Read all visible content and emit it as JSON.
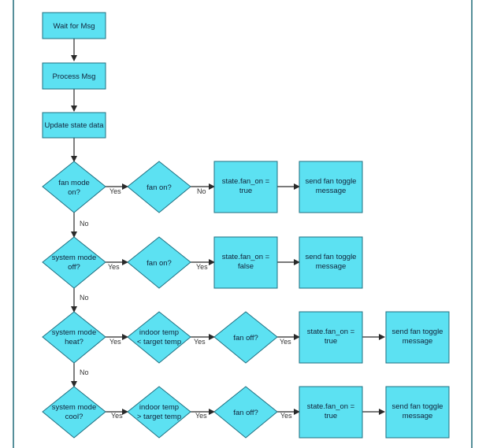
{
  "diagram": {
    "colors": {
      "node_fill": "#5ce1f2",
      "node_stroke": "#1f6f80",
      "edge": "#2a2a2a",
      "frame": "#1e6a78"
    },
    "nodes": {
      "wait": {
        "lines": [
          "Wait for Msg"
        ]
      },
      "process": {
        "lines": [
          "Process Msg"
        ]
      },
      "update": {
        "lines": [
          "Update state data"
        ]
      },
      "fan_mode_on": {
        "lines": [
          "fan mode",
          "on?"
        ]
      },
      "fan_on_q1": {
        "lines": [
          "fan on?"
        ]
      },
      "state_true_1": {
        "lines": [
          "state.fan_on =",
          "true"
        ]
      },
      "send_toggle_1": {
        "lines": [
          "send fan toggle",
          "message"
        ]
      },
      "sys_off": {
        "lines": [
          "system mode",
          "off?"
        ]
      },
      "fan_on_q2": {
        "lines": [
          "fan on?"
        ]
      },
      "state_false": {
        "lines": [
          "state.fan_on =",
          "false"
        ]
      },
      "send_toggle_2": {
        "lines": [
          "send fan toggle",
          "message"
        ]
      },
      "sys_heat": {
        "lines": [
          "system mode",
          "heat?"
        ]
      },
      "indoor_lt": {
        "lines": [
          "indoor temp",
          "< target temp"
        ]
      },
      "fan_off_q1": {
        "lines": [
          "fan off?"
        ]
      },
      "state_true_2": {
        "lines": [
          "state.fan_on =",
          "true"
        ]
      },
      "send_toggle_3": {
        "lines": [
          "send fan toggle",
          "message"
        ]
      },
      "sys_cool": {
        "lines": [
          "system mode",
          "cool?"
        ]
      },
      "indoor_gt": {
        "lines": [
          "indoor temp",
          "> target temp"
        ]
      },
      "fan_off_q2": {
        "lines": [
          "fan off?"
        ]
      },
      "state_true_3": {
        "lines": [
          "state.fan_on =",
          "true"
        ]
      },
      "send_toggle_4": {
        "lines": [
          "send fan toggle",
          "message"
        ]
      }
    },
    "edge_labels": {
      "yes": "Yes",
      "no": "No"
    }
  }
}
